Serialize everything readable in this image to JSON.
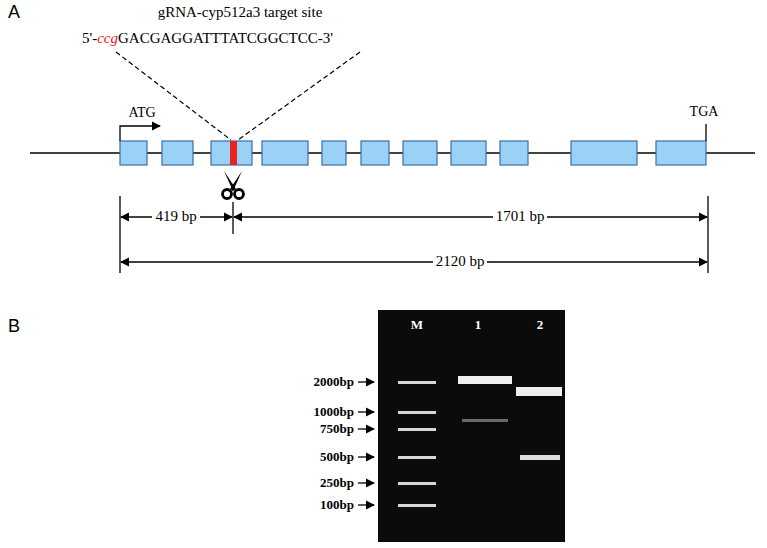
{
  "diagram": {
    "nodes": [
      {
        "text": [
          "M",
          "1",
          "2"
        ]
      }
    ],
    "labels": [
      "A",
      "gRNA-cyp512a3 target site",
      "5'-",
      "ccg",
      "GACGAGGATTTATCGGCTCC-3'",
      "ATG",
      "TGA",
      "419 bp",
      "1701 bp",
      "2120 bp",
      "B",
      "2000bp",
      "1000bp",
      "750bp",
      "500bp",
      "250bp",
      "100bp"
    ]
  }
}
